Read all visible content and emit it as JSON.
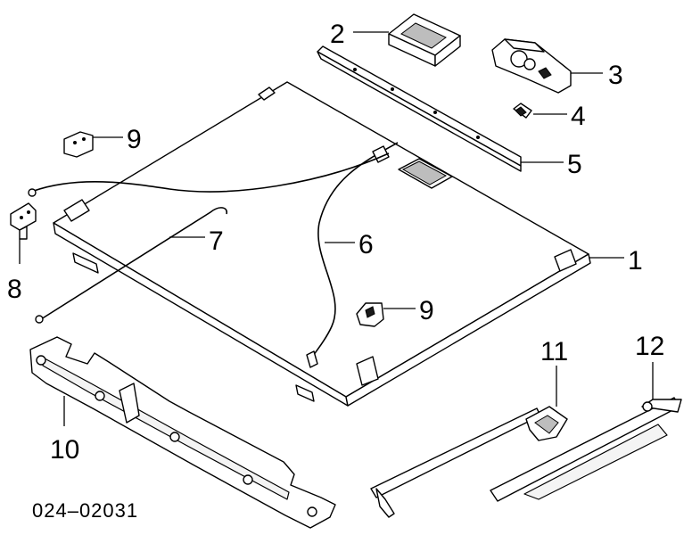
{
  "callouts": {
    "c1": "1",
    "c2": "2",
    "c3": "3",
    "c4": "4",
    "c5": "5",
    "c6": "6",
    "c7": "7",
    "c8": "8",
    "c9a": "9",
    "c9b": "9",
    "c10": "10",
    "c11": "11",
    "c12": "12"
  },
  "diagram_code": "024–02031"
}
